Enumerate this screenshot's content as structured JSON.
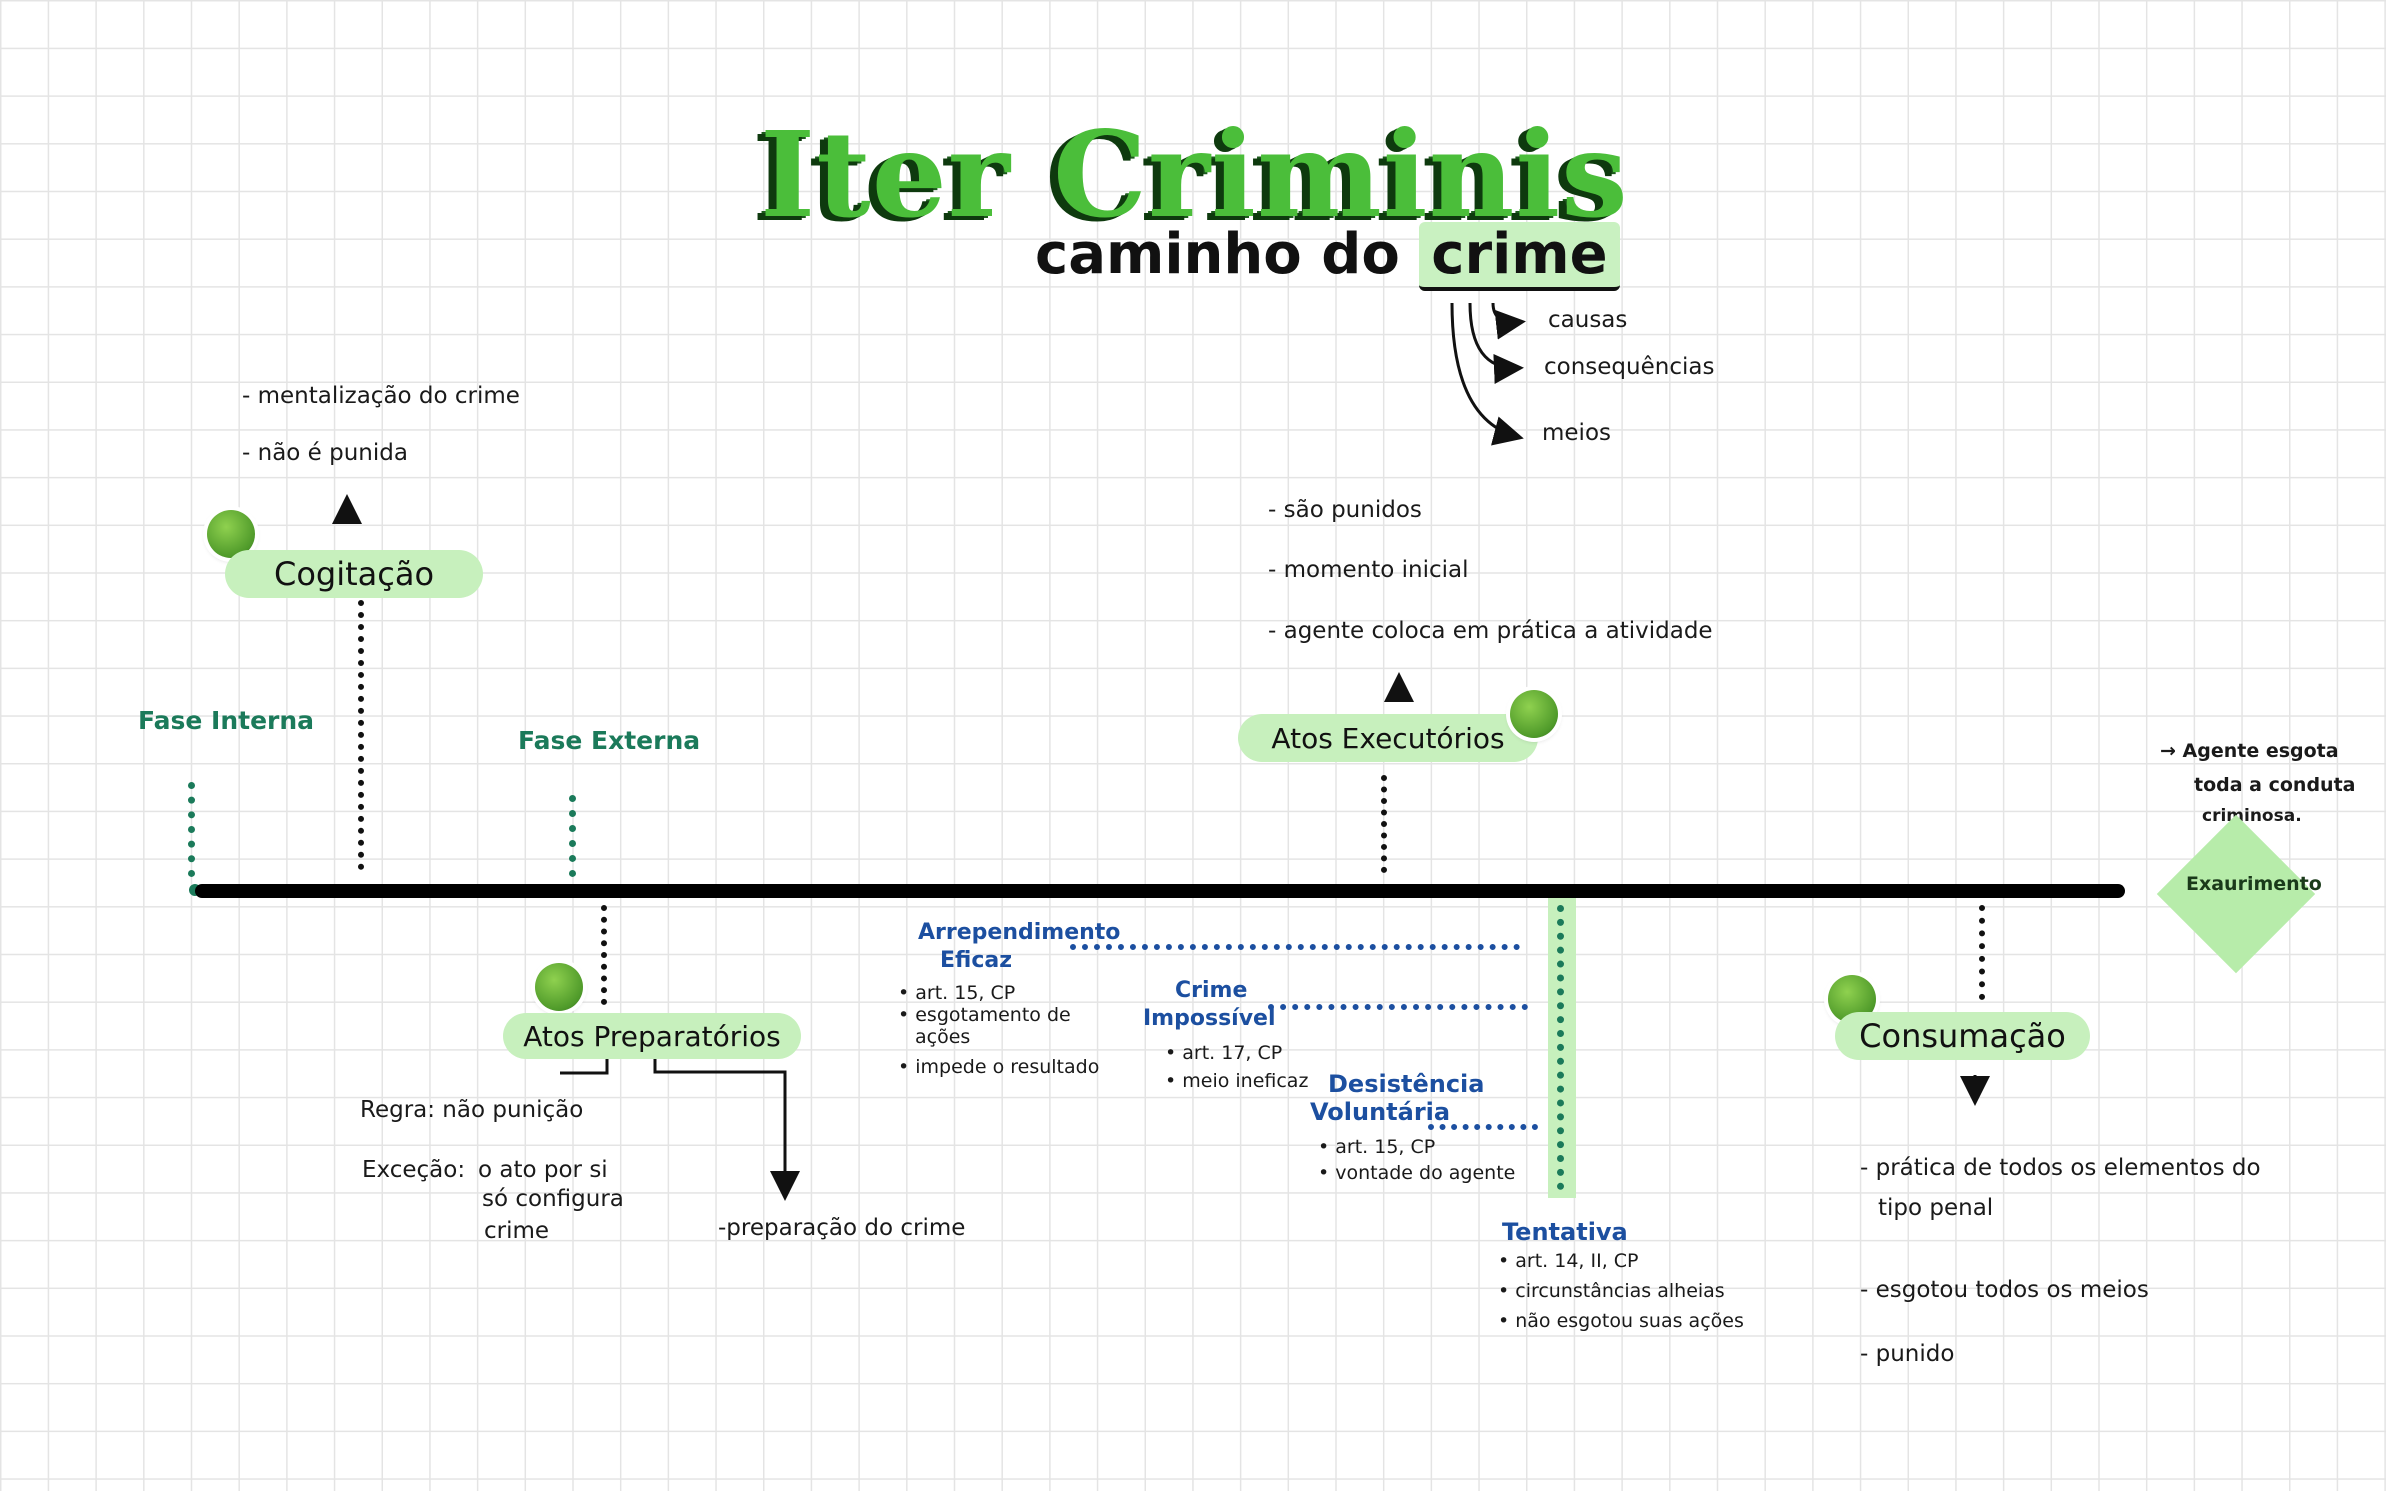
{
  "header": {
    "title": "Iter Criminis",
    "subtitle_prefix": "caminho do",
    "subtitle_highlight": "crime"
  },
  "crime_branches": [
    "causas",
    "consequências",
    "meios"
  ],
  "cogitacao": {
    "label": "Cogitação",
    "notes": [
      "- mentalização do crime",
      "- não é punida"
    ]
  },
  "fase_interna": "Fase Interna",
  "fase_externa": "Fase Externa",
  "atos_executorios": {
    "label": "Atos Executórios",
    "notes": [
      "- são punidos",
      "- momento inicial",
      "- agente coloca em prática a atividade"
    ]
  },
  "exaurimento": {
    "label": "Exaurimento",
    "note": [
      "→ Agente esgota",
      "toda a conduta",
      "criminosa."
    ]
  },
  "atos_preparatorios": {
    "label": "Atos Preparatórios",
    "regra": "Regra: não punição",
    "excecao_label": "Exceção:",
    "excecao_lines": [
      "o ato por si",
      "só configura",
      "crime"
    ],
    "preparacao": "-preparação do crime"
  },
  "arrependimento": {
    "title_lines": [
      "Arrependimento",
      "Eficaz"
    ],
    "notes": [
      "• art. 15, CP",
      "• esgotamento de",
      "ações",
      "• impede o resultado"
    ]
  },
  "crime_impossivel": {
    "title_lines": [
      "Crime",
      "Impossível"
    ],
    "notes": [
      "• art. 17, CP",
      "• meio ineficaz"
    ]
  },
  "desistencia": {
    "title_lines": [
      "Desistência",
      "Voluntária"
    ],
    "notes": [
      "• art. 15, CP",
      "• vontade do agente"
    ]
  },
  "tentativa": {
    "title": "Tentativa",
    "notes": [
      "• art. 14, II, CP",
      "• circunstâncias alheias",
      "• não esgotou suas ações"
    ]
  },
  "consumacao": {
    "label": "Consumação",
    "notes": [
      "- prática de todos os elementos do",
      "tipo penal",
      "- esgotou todos os meios",
      "- punido"
    ]
  },
  "colors": {
    "pill": "#c7f0bd",
    "title_green": "#4bbe3a",
    "teal": "#1b7a5a",
    "blue": "#1c4fa0"
  }
}
